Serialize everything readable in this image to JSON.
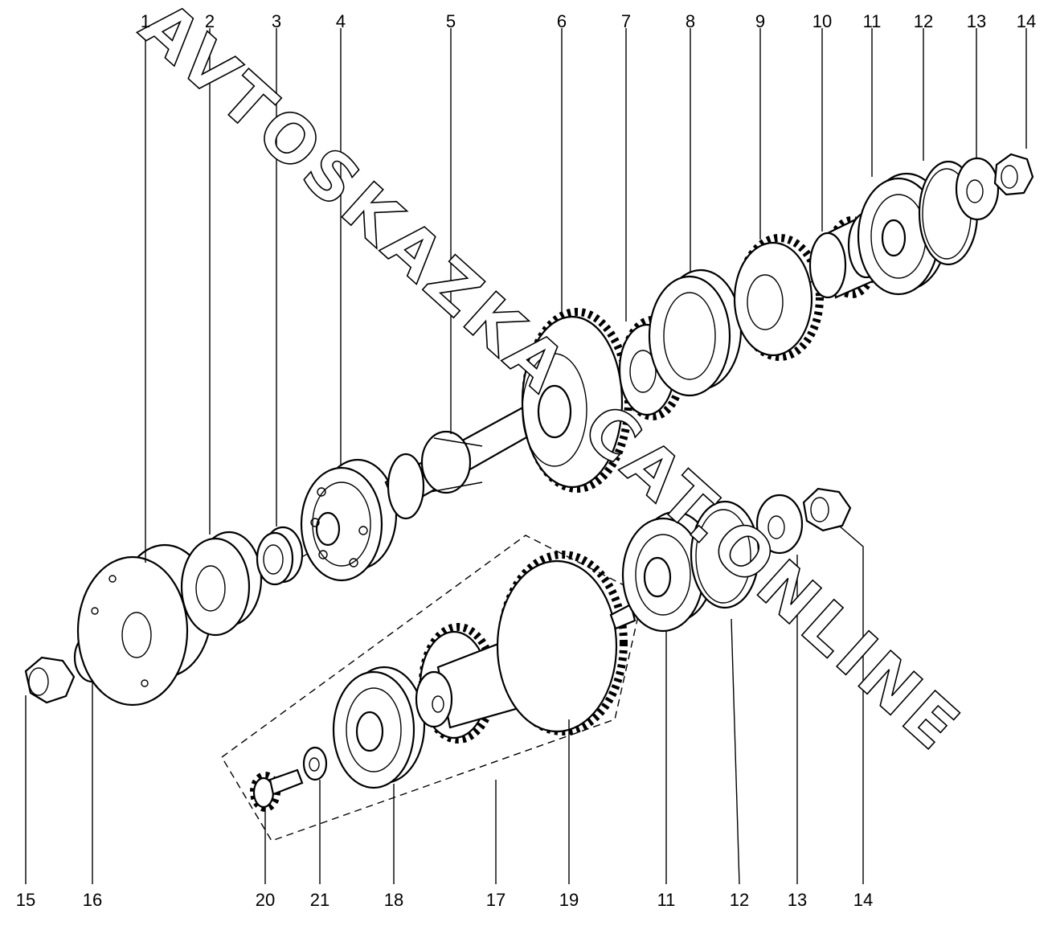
{
  "watermark": {
    "line1": "AVTOSKAZKA",
    "line2": "CAT.ONLINE"
  },
  "top_labels": [
    "1",
    "2",
    "3",
    "4",
    "5",
    "6",
    "7",
    "8",
    "9",
    "10",
    "11",
    "12",
    "13",
    "14"
  ],
  "bottom_labels": [
    "15",
    "16",
    "20",
    "21",
    "18",
    "17",
    "19",
    "11",
    "12",
    "13",
    "14"
  ]
}
